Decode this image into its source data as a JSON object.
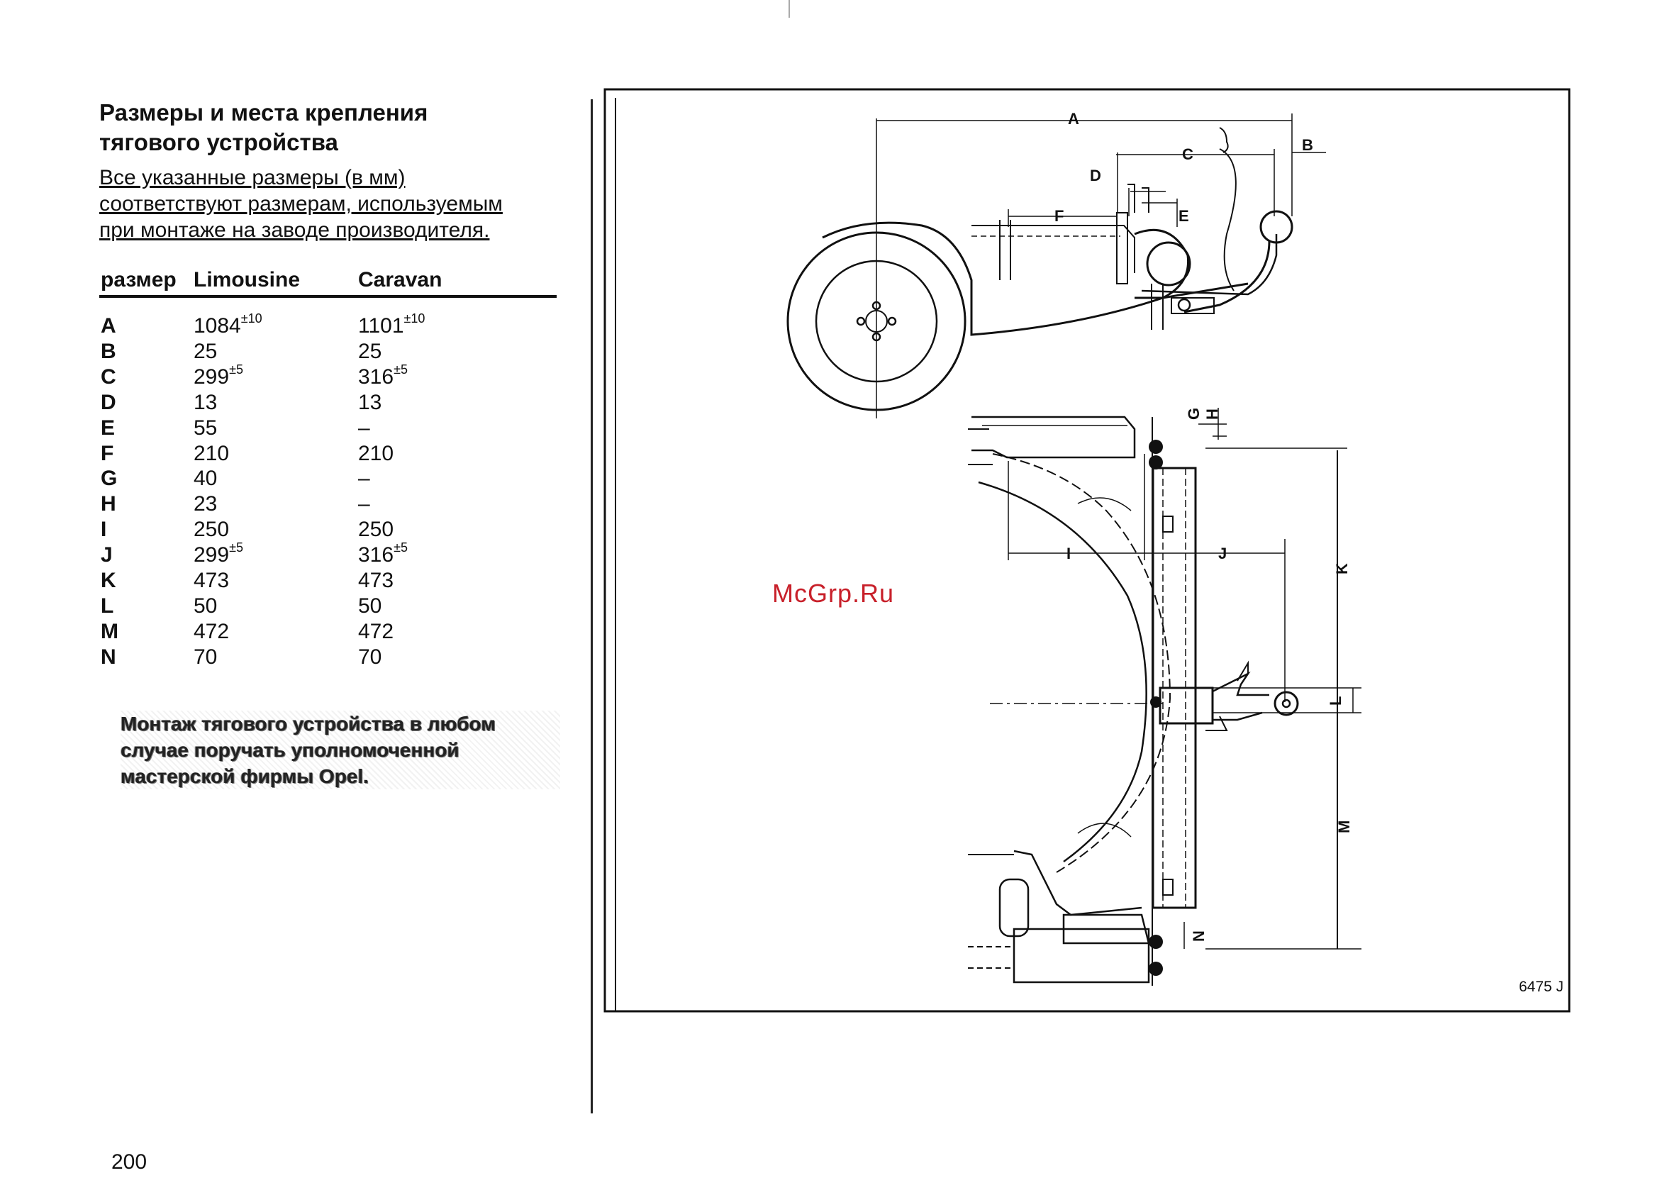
{
  "page": {
    "title_lines": [
      "Размеры и места крепления",
      "тягового устройства"
    ],
    "subtitle_lines": [
      "Все указанные размеры (в мм)",
      "соответствуют размерам, используемым",
      "при монтаже на заводе производителя."
    ],
    "page_number": "200",
    "watermark": "McGrp.Ru",
    "figure_code": "6475 J"
  },
  "table": {
    "headers": [
      "размер",
      "Limousine",
      "Caravan"
    ],
    "rows": [
      {
        "key": "A",
        "lim": "1084",
        "lim_tol": "±10",
        "car": "1101",
        "car_tol": "±10"
      },
      {
        "key": "B",
        "lim": "25",
        "lim_tol": "",
        "car": "25",
        "car_tol": ""
      },
      {
        "key": "C",
        "lim": "299",
        "lim_tol": "±5",
        "car": "316",
        "car_tol": "±5"
      },
      {
        "key": "D",
        "lim": "13",
        "lim_tol": "",
        "car": "13",
        "car_tol": ""
      },
      {
        "key": "E",
        "lim": "55",
        "lim_tol": "",
        "car": "–",
        "car_tol": ""
      },
      {
        "key": "F",
        "lim": "210",
        "lim_tol": "",
        "car": "210",
        "car_tol": ""
      },
      {
        "key": "G",
        "lim": "40",
        "lim_tol": "",
        "car": "–",
        "car_tol": ""
      },
      {
        "key": "H",
        "lim": "23",
        "lim_tol": "",
        "car": "–",
        "car_tol": ""
      },
      {
        "key": "I",
        "lim": "250",
        "lim_tol": "",
        "car": "250",
        "car_tol": ""
      },
      {
        "key": "J",
        "lim": "299",
        "lim_tol": "±5",
        "car": "316",
        "car_tol": "±5"
      },
      {
        "key": "K",
        "lim": "473",
        "lim_tol": "",
        "car": "473",
        "car_tol": ""
      },
      {
        "key": "L",
        "lim": "50",
        "lim_tol": "",
        "car": "50",
        "car_tol": ""
      },
      {
        "key": "M",
        "lim": "472",
        "lim_tol": "",
        "car": "472",
        "car_tol": ""
      },
      {
        "key": "N",
        "lim": "70",
        "lim_tol": "",
        "car": "70",
        "car_tol": ""
      }
    ]
  },
  "note_lines": [
    "Монтаж тягового устройства в любом",
    "случае поручать уполномоченной",
    "мастерской фирмы Opel."
  ],
  "diagram": {
    "labels": {
      "A": "A",
      "B": "B",
      "C": "C",
      "D": "D",
      "E": "E",
      "F": "F",
      "G": "G",
      "H": "H",
      "I": "I",
      "J": "J",
      "K": "K",
      "L": "L",
      "M": "M",
      "N": "N"
    }
  }
}
